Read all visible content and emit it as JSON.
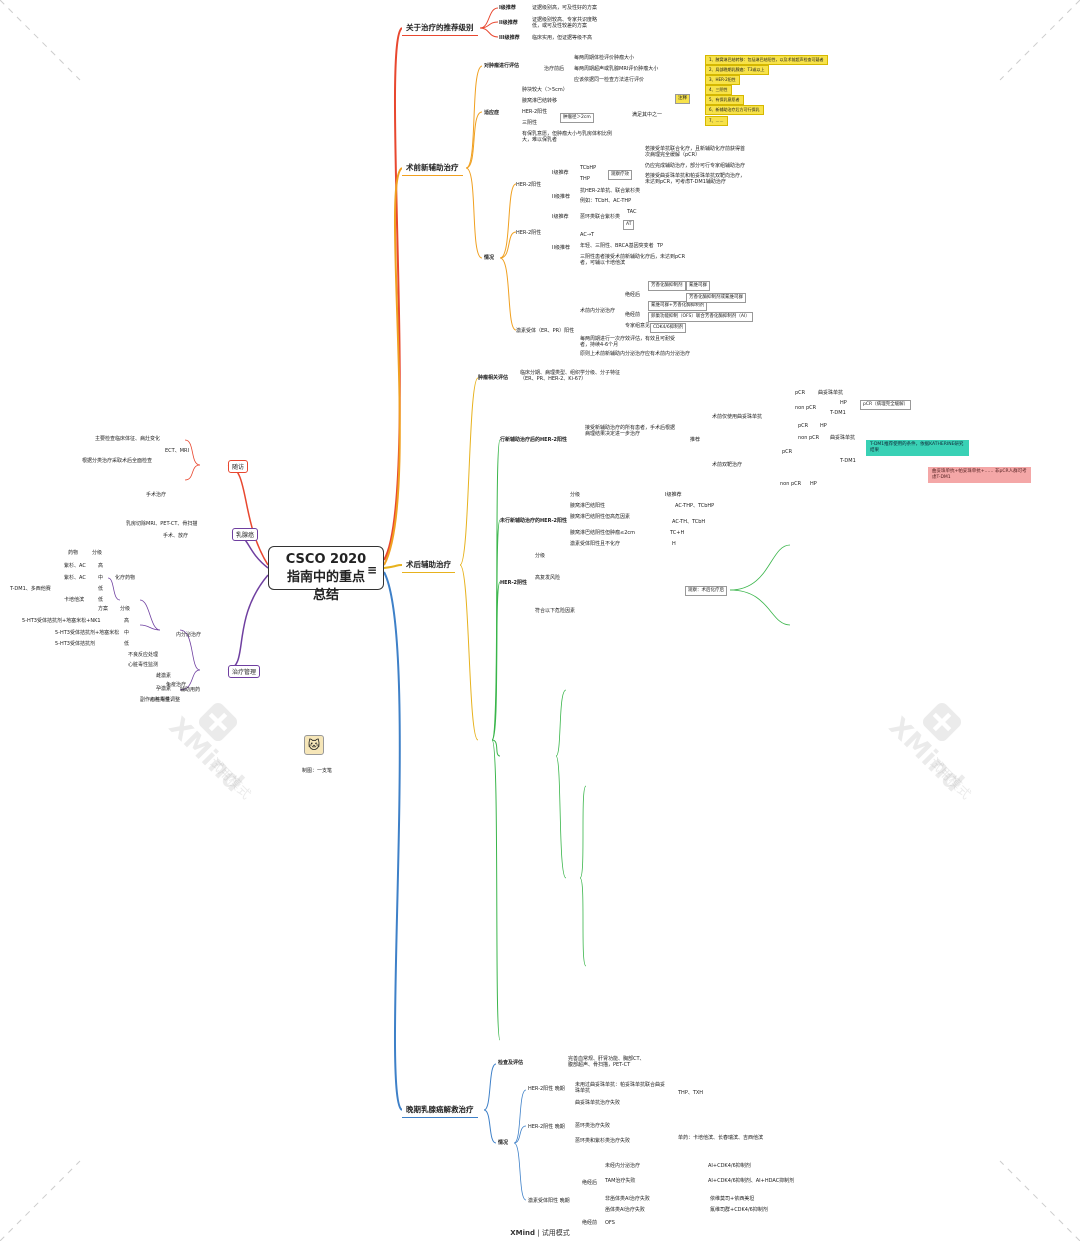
{
  "root": {
    "title": "CSCO 2020 指南中的重点总结",
    "menu_icon": "menu-icon"
  },
  "colors": {
    "red": "#e8472f",
    "orange": "#f0a020",
    "yellow": "#e7b21e",
    "blue": "#3e80c8",
    "green": "#39b54a",
    "purple": "#6f3fa0",
    "pink": "#d95c80"
  },
  "right": {
    "rec": {
      "title": "关于治疗的推荐级别",
      "l1": "I级推荐",
      "l1d": "证据级别高，可及性好的方案",
      "l2": "II级推荐",
      "l2d": "证据级别较高、专家共识度略低，或可及性较差的方案",
      "l3": "III级推荐",
      "l3d": "临床实用，但证据等级不高"
    },
    "neo": {
      "title": "术前新辅助治疗",
      "eval": "对肿瘤进行评估",
      "eval_sub": "治疗前后",
      "eval_items": [
        "每两周期体检评价肿瘤大小",
        "每两周期超声或乳腺MRI评价肿瘤大小",
        "应该依据同一检查方法进行评价"
      ],
      "ind": "适应症",
      "ind_items": [
        "肿块较大（＞5cm）",
        "腋窝淋巴结转移",
        "HER-2阳性",
        "三阴性",
        "有保乳意愿，但肿瘤大小与乳房体积比例大，难以保乳者"
      ],
      "ind_tumor": "肿瘤径＞2cm",
      "ind_any": "满足其中之一",
      "notes_title": "注释",
      "notes": [
        "1、腋窝淋巴结转移：包括淋巴结阳性，以及术前超声检查可疑者",
        "2、局部晚期乳腺癌：T3或以上",
        "3、HER-2阳性",
        "4、三阴性",
        "5、有保乳意愿者",
        "6、新辅助治疗后方可行保乳",
        "7、……"
      ],
      "sit": "情况",
      "her2p": "HER-2阳性",
      "her2p_l1": "I级推荐",
      "her2p_l1_items": [
        "TCbHP",
        "THP"
      ],
      "her2p_ok": "观察疗效",
      "her2p_ok_items": [
        "若接受单抗联合化疗，且新辅助化疗前获得首次病理完全缓解（pCR）",
        "仍应完成辅助治疗，部分可行专家组辅助治疗",
        "若接受曲妥珠单抗和帕妥珠单抗双靶向治疗，未达到pCR，可考虑T-DM1辅助治疗"
      ],
      "her2p_l2": "II级推荐",
      "her2p_l2_items": [
        "抗HER-2单抗、联合紫杉类",
        "例如：TCbH、AC-THP"
      ],
      "her2n": "HER-2阴性",
      "her2n_l1": "I级推荐",
      "her2n_l1_items": [
        "蒽环类联合紫杉类",
        "TAC",
        "AT"
      ],
      "her2n_l2": "II级推荐",
      "her2n_l2_items": [
        "AC→T",
        "TP",
        "年轻、三阴性、BRCA基因突变者",
        "三阴性患者接受术前新辅助化疗后，未达到pCR者，可辅以卡培他滨"
      ],
      "hr": "激素受体（ER、PR）阳性",
      "hr_endo": "术前内分泌治疗",
      "hr_items": [
        "绝经后",
        "绝经前",
        "专家组意见"
      ],
      "hr_grid": [
        "芳香化酶抑制剂",
        "氟维司群",
        "氟维司群+芳香化酶抑制剂",
        "芳香化酶抑制剂或氟维司群",
        "卵巢功能抑制（OFS）联合芳香化酶抑制剂（AI）",
        "CDK4/6抑制剂"
      ],
      "hr_note1": "每两周期进行一次疗效评估，有效且可耐受者，持续4-6个月",
      "hr_note2": "原则上术前新辅助内分泌治疗应有术前内分泌治疗"
    },
    "post": {
      "title": "术后辅助治疗",
      "eval": "肿瘤相关评估",
      "eval_d": "临床分期、病理类型、组织学分级、分子特征（ER、PR、HER-2、Ki-67）",
      "ctx": "行新辅助治疗后的HER-2阳性",
      "ctx_d": "接受新辅助治疗的所有患者，手术后根据病理结果决定进一步治疗",
      "rec_group": "推荐",
      "rec_a": "术前仅使用曲妥珠单抗",
      "rec_b": "术前双靶治疗",
      "pcr": "pCR",
      "npcr": "non pCR",
      "items": [
        "曲妥珠单抗",
        "HP",
        "T-DM1",
        "HP",
        "曲妥珠单抗",
        "T-DM1",
        "HP"
      ],
      "tip_teal": "T-DM1推荐使用的条件，依据KATHERINE研究结果",
      "tip_pink": "曲妥珠单抗+帕妥珠单抗+…… 非pCR人群可考虑T-DM1",
      "pcr_note": "pCR（病理完全缓解）",
      "nonneo": "未行新辅助治疗的HER-2阳性",
      "nonneo_items": [
        "分级",
        "腋窝淋巴结阳性",
        "腋窝淋巴结阴性但高危因素",
        "腋窝淋巴结阴性但肿瘤≤2cm",
        "激素受体阳性且不化疗"
      ],
      "nonneo_right": [
        "I级推荐",
        "AC-THP、TCbHP",
        "AC-TH、TCbH",
        "TC+H",
        "H"
      ],
      "her2n": "HER-2阴性",
      "her2n_items": [
        "高复发风险",
        "符合以下危险因素",
        "分级"
      ],
      "ec": "观察：术后化疗后"
    },
    "late": {
      "title": "晚期乳腺癌解救治疗",
      "check": "检查及评估",
      "check_d": "完善血常规、肝肾功能、胸部CT、腹部超声、骨扫描，PET-CT",
      "sit": "情况",
      "h2p": "HER-2阳性 晚期",
      "h2p_items": [
        "未用过曲妥珠单抗：帕妥珠单抗联合曲妥珠单抗",
        "曲妥珠单抗治疗失败",
        "THP、TXH"
      ],
      "h2n": "HER-2阴性 晚期",
      "h2n_items": [
        "蒽环类治疗失败",
        "蒽环类和紫杉类治疗失败",
        "单药：卡培他滨、长春瑞滨、吉西他滨"
      ],
      "hr": "激素受体阳性 晚期",
      "hr_items": [
        "绝经后",
        "绝经前"
      ],
      "hr_list": [
        "未经内分泌治疗",
        "TAM治疗失败",
        "非甾体类AI治疗失败",
        "甾体类AI治疗失败",
        "OFS"
      ],
      "hr_right": [
        "AI+CDK4/6抑制剂",
        "AI+CDK4/6抑制剂、AI+HDAC抑制剂",
        "依维莫司+依西美坦",
        "氟维司群+CDK4/6抑制剂"
      ]
    }
  },
  "left": {
    "review": {
      "title": "随访",
      "items": [
        "主要检查临床体征、病灶变化",
        "ECT、MRI",
        "根据分类治疗采取术后全面检查",
        "手术治疗"
      ]
    },
    "surgery": {
      "title": "乳腺癌",
      "items": [
        "乳房切除MRI、PET-CT、骨扫描",
        "手术、放疗"
      ]
    },
    "reference": {
      "title": "治疗管理",
      "items": [
        "化疗药物",
        "内分泌治疗",
        "免疫治疗",
        "不良反应处理",
        "心脏毒性监测",
        "副作用与剂量调整"
      ],
      "drug_table": [
        [
          "药物",
          "分级"
        ],
        [
          "紫杉、AC",
          "高"
        ],
        [
          "紫杉、AC",
          "中"
        ],
        [
          "T-DM1、多西他赛",
          "低"
        ],
        [
          "卡培他滨",
          "低"
        ]
      ],
      "side_table": [
        [
          "方案",
          "分级"
        ],
        [
          "5-HT3受体拮抗剂+地塞米松+NK1",
          "高"
        ],
        [
          "5-HT3受体拮抗剂+地塞米松",
          "中"
        ],
        [
          "5-HT3受体拮抗剂",
          "低"
        ]
      ]
    },
    "mgmt": {
      "title": "辅助用药",
      "items": [
        "雌激素",
        "孕激素",
        "心脏毒性"
      ]
    },
    "tag": "制图：一支笔"
  },
  "watermarks": [
    "XMind",
    "试用模式"
  ],
  "footer": {
    "brand": "XMind",
    "mode": "| 试用模式"
  }
}
